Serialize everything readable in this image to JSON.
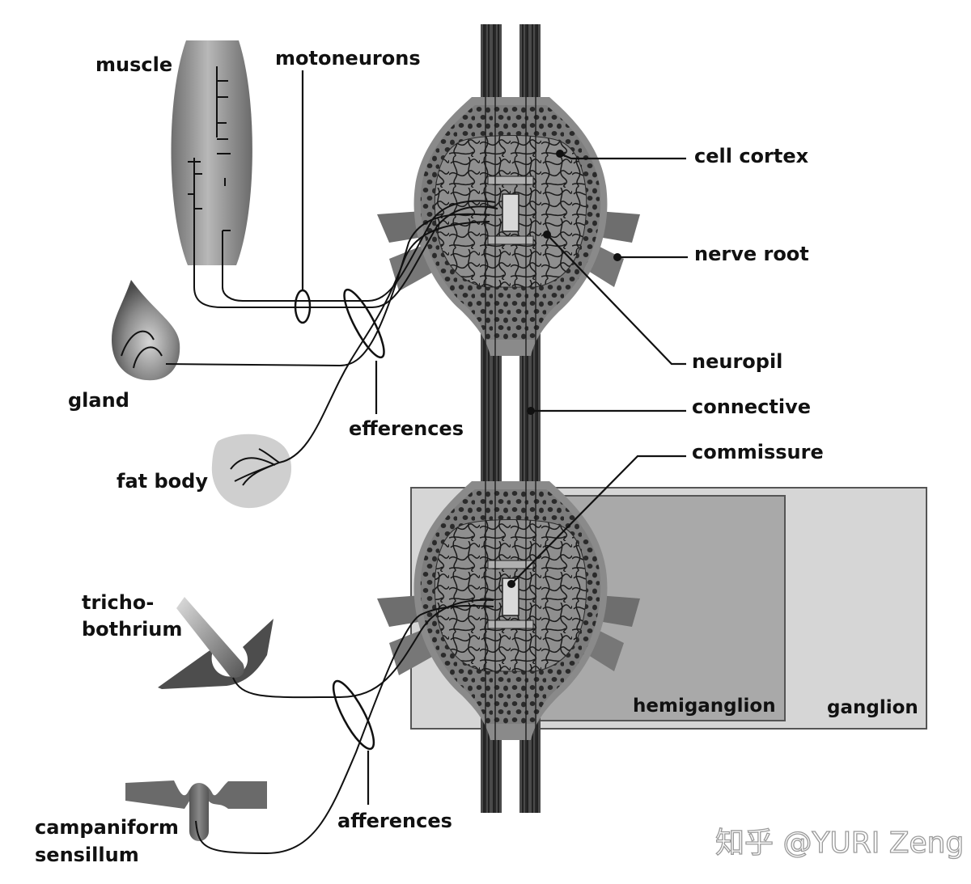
{
  "labels": {
    "muscle": "muscle",
    "motoneurons": "motoneurons",
    "cell_cortex": "cell cortex",
    "nerve_root": "nerve root",
    "neuropil": "neuropil",
    "connective": "connective",
    "commissure": "commissure",
    "gland": "gland",
    "efferences": "efferences",
    "fat_body": "fat body",
    "tricho_line1": "tricho-",
    "tricho_line2": "bothrium",
    "hemiganglion": "hemiganglion",
    "ganglion": "ganglion",
    "campaniform_line1": "campaniform",
    "campaniform_line2": "sensillum",
    "afferences": "afferences"
  },
  "watermark": "知乎 @YURI Zeng",
  "colors": {
    "tissue_gray": "#8a8a8a",
    "cortex_gray": "#7a7a7a",
    "neuropil_gray": "#8f8f8f",
    "ganglion_box": "#d6d6d6",
    "hemiganglion_box": "#a9a9a9",
    "fat_body": "#cfcfcf",
    "ink": "#111111"
  }
}
